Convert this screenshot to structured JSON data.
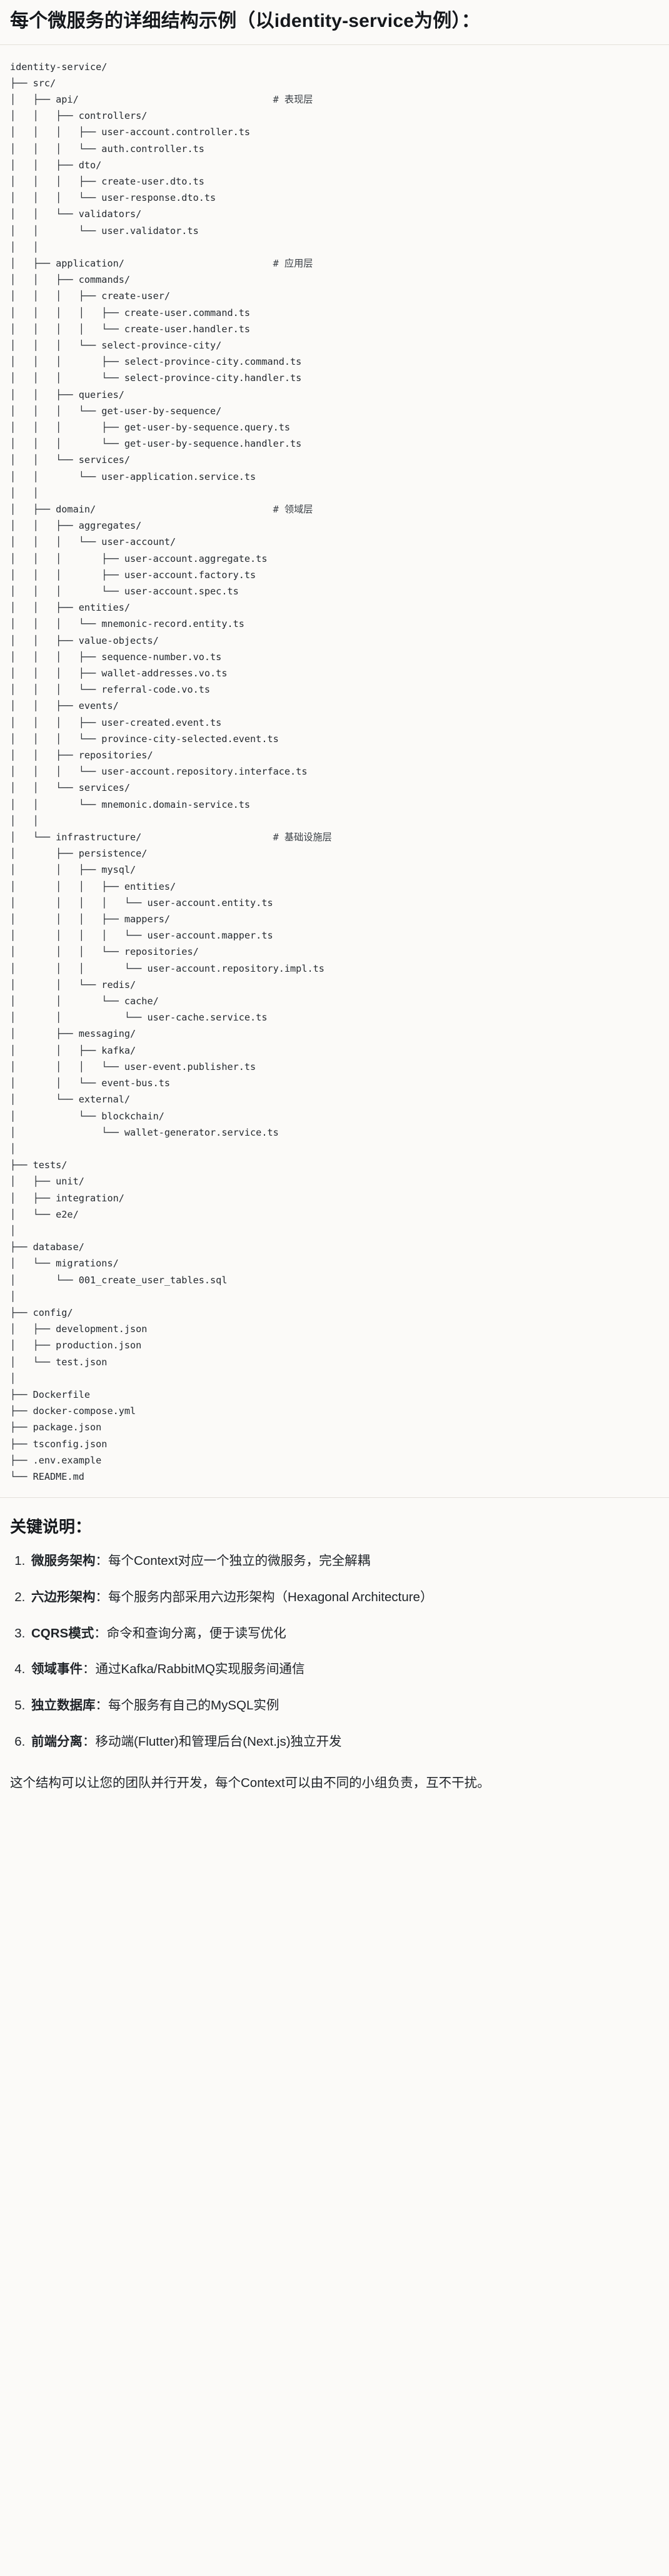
{
  "heading": "每个微服务的详细结构示例（以identity-service为例）：",
  "tree": {
    "root": "identity-service/",
    "lines": [
      {
        "text": "identity-service/",
        "comment": ""
      },
      {
        "text": "├── src/",
        "comment": ""
      },
      {
        "text": "│   ├── api/",
        "comment": "# 表现层"
      },
      {
        "text": "│   │   ├── controllers/",
        "comment": ""
      },
      {
        "text": "│   │   │   ├── user-account.controller.ts",
        "comment": ""
      },
      {
        "text": "│   │   │   └── auth.controller.ts",
        "comment": ""
      },
      {
        "text": "│   │   ├── dto/",
        "comment": ""
      },
      {
        "text": "│   │   │   ├── create-user.dto.ts",
        "comment": ""
      },
      {
        "text": "│   │   │   └── user-response.dto.ts",
        "comment": ""
      },
      {
        "text": "│   │   └── validators/",
        "comment": ""
      },
      {
        "text": "│   │       └── user.validator.ts",
        "comment": ""
      },
      {
        "text": "│   │",
        "comment": ""
      },
      {
        "text": "│   ├── application/",
        "comment": "# 应用层"
      },
      {
        "text": "│   │   ├── commands/",
        "comment": ""
      },
      {
        "text": "│   │   │   ├── create-user/",
        "comment": ""
      },
      {
        "text": "│   │   │   │   ├── create-user.command.ts",
        "comment": ""
      },
      {
        "text": "│   │   │   │   └── create-user.handler.ts",
        "comment": ""
      },
      {
        "text": "│   │   │   └── select-province-city/",
        "comment": ""
      },
      {
        "text": "│   │   │       ├── select-province-city.command.ts",
        "comment": ""
      },
      {
        "text": "│   │   │       └── select-province-city.handler.ts",
        "comment": ""
      },
      {
        "text": "│   │   ├── queries/",
        "comment": ""
      },
      {
        "text": "│   │   │   └── get-user-by-sequence/",
        "comment": ""
      },
      {
        "text": "│   │   │       ├── get-user-by-sequence.query.ts",
        "comment": ""
      },
      {
        "text": "│   │   │       └── get-user-by-sequence.handler.ts",
        "comment": ""
      },
      {
        "text": "│   │   └── services/",
        "comment": ""
      },
      {
        "text": "│   │       └── user-application.service.ts",
        "comment": ""
      },
      {
        "text": "│   │",
        "comment": ""
      },
      {
        "text": "│   ├── domain/",
        "comment": "# 领域层"
      },
      {
        "text": "│   │   ├── aggregates/",
        "comment": ""
      },
      {
        "text": "│   │   │   └── user-account/",
        "comment": ""
      },
      {
        "text": "│   │   │       ├── user-account.aggregate.ts",
        "comment": ""
      },
      {
        "text": "│   │   │       ├── user-account.factory.ts",
        "comment": ""
      },
      {
        "text": "│   │   │       └── user-account.spec.ts",
        "comment": ""
      },
      {
        "text": "│   │   ├── entities/",
        "comment": ""
      },
      {
        "text": "│   │   │   └── mnemonic-record.entity.ts",
        "comment": ""
      },
      {
        "text": "│   │   ├── value-objects/",
        "comment": ""
      },
      {
        "text": "│   │   │   ├── sequence-number.vo.ts",
        "comment": ""
      },
      {
        "text": "│   │   │   ├── wallet-addresses.vo.ts",
        "comment": ""
      },
      {
        "text": "│   │   │   └── referral-code.vo.ts",
        "comment": ""
      },
      {
        "text": "│   │   ├── events/",
        "comment": ""
      },
      {
        "text": "│   │   │   ├── user-created.event.ts",
        "comment": ""
      },
      {
        "text": "│   │   │   └── province-city-selected.event.ts",
        "comment": ""
      },
      {
        "text": "│   │   ├── repositories/",
        "comment": ""
      },
      {
        "text": "│   │   │   └── user-account.repository.interface.ts",
        "comment": ""
      },
      {
        "text": "│   │   └── services/",
        "comment": ""
      },
      {
        "text": "│   │       └── mnemonic.domain-service.ts",
        "comment": ""
      },
      {
        "text": "│   │",
        "comment": ""
      },
      {
        "text": "│   └── infrastructure/",
        "comment": "# 基础设施层"
      },
      {
        "text": "│       ├── persistence/",
        "comment": ""
      },
      {
        "text": "│       │   ├── mysql/",
        "comment": ""
      },
      {
        "text": "│       │   │   ├── entities/",
        "comment": ""
      },
      {
        "text": "│       │   │   │   └── user-account.entity.ts",
        "comment": ""
      },
      {
        "text": "│       │   │   ├── mappers/",
        "comment": ""
      },
      {
        "text": "│       │   │   │   └── user-account.mapper.ts",
        "comment": ""
      },
      {
        "text": "│       │   │   └── repositories/",
        "comment": ""
      },
      {
        "text": "│       │   │       └── user-account.repository.impl.ts",
        "comment": ""
      },
      {
        "text": "│       │   └── redis/",
        "comment": ""
      },
      {
        "text": "│       │       └── cache/",
        "comment": ""
      },
      {
        "text": "│       │           └── user-cache.service.ts",
        "comment": ""
      },
      {
        "text": "│       ├── messaging/",
        "comment": ""
      },
      {
        "text": "│       │   ├── kafka/",
        "comment": ""
      },
      {
        "text": "│       │   │   └── user-event.publisher.ts",
        "comment": ""
      },
      {
        "text": "│       │   └── event-bus.ts",
        "comment": ""
      },
      {
        "text": "│       └── external/",
        "comment": ""
      },
      {
        "text": "│           └── blockchain/",
        "comment": ""
      },
      {
        "text": "│               └── wallet-generator.service.ts",
        "comment": ""
      },
      {
        "text": "│",
        "comment": ""
      },
      {
        "text": "├── tests/",
        "comment": ""
      },
      {
        "text": "│   ├── unit/",
        "comment": ""
      },
      {
        "text": "│   ├── integration/",
        "comment": ""
      },
      {
        "text": "│   └── e2e/",
        "comment": ""
      },
      {
        "text": "│",
        "comment": ""
      },
      {
        "text": "├── database/",
        "comment": ""
      },
      {
        "text": "│   └── migrations/",
        "comment": ""
      },
      {
        "text": "│       └── 001_create_user_tables.sql",
        "comment": ""
      },
      {
        "text": "│",
        "comment": ""
      },
      {
        "text": "├── config/",
        "comment": ""
      },
      {
        "text": "│   ├── development.json",
        "comment": ""
      },
      {
        "text": "│   ├── production.json",
        "comment": ""
      },
      {
        "text": "│   └── test.json",
        "comment": ""
      },
      {
        "text": "│",
        "comment": ""
      },
      {
        "text": "├── Dockerfile",
        "comment": ""
      },
      {
        "text": "├── docker-compose.yml",
        "comment": ""
      },
      {
        "text": "├── package.json",
        "comment": ""
      },
      {
        "text": "├── tsconfig.json",
        "comment": ""
      },
      {
        "text": "├── .env.example",
        "comment": ""
      },
      {
        "text": "└── README.md",
        "comment": ""
      }
    ],
    "comment_column": 46
  },
  "keypoints": {
    "title": "关键说明：",
    "items": [
      {
        "term": "微服务架构",
        "sep": "：",
        "desc": "每个Context对应一个独立的微服务，完全解耦"
      },
      {
        "term": "六边形架构",
        "sep": "：",
        "desc": "每个服务内部采用六边形架构（Hexagonal Architecture）"
      },
      {
        "term": "CQRS模式",
        "sep": "：",
        "desc": "命令和查询分离，便于读写优化"
      },
      {
        "term": "领域事件",
        "sep": "：",
        "desc": "通过Kafka/RabbitMQ实现服务间通信"
      },
      {
        "term": "独立数据库",
        "sep": "：",
        "desc": "每个服务有自己的MySQL实例"
      },
      {
        "term": "前端分离",
        "sep": "：",
        "desc": "移动端(Flutter)和管理后台(Next.js)独立开发"
      }
    ]
  },
  "closing": "这个结构可以让您的团队并行开发，每个Context可以由不同的小组负责，互不干扰。"
}
